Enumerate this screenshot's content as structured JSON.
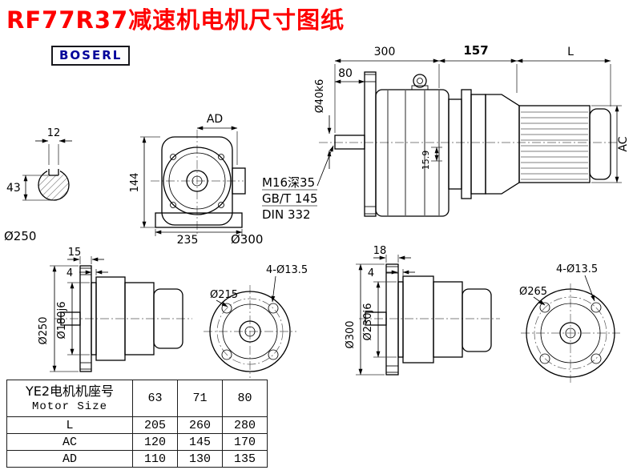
{
  "title": "RF77R37减速机电机尺寸图纸",
  "brand": "BOSERL",
  "views": {
    "shaft_section": {
      "width": "12",
      "height": "43",
      "flange_label": "Ø250"
    },
    "front": {
      "ad": "AD",
      "h144": "144",
      "w235": "235",
      "flange_label": "Ø300"
    },
    "side": {
      "d300": "300",
      "d157": "157",
      "dL": "L",
      "d80": "80",
      "shaft_dia": "Ø40k6",
      "ac": "AC",
      "key": "15.9",
      "thread1": "M16深35",
      "thread2": "GB/T 145",
      "thread3": "DIN 332"
    },
    "flange_small": {
      "t15": "15",
      "t4": "4",
      "od": "Ø250",
      "spigot": "Ø180j6",
      "holes": "4-Ø13.5",
      "bolt_circle": "Ø215"
    },
    "flange_large": {
      "t18": "18",
      "t4": "4",
      "od": "Ø300",
      "spigot": "Ø230j6",
      "holes": "4-Ø13.5",
      "bolt_circle": "Ø265"
    }
  },
  "table": {
    "header_cn": "YE2电机机座号",
    "header_en": "Motor Size",
    "sizes": [
      "63",
      "71",
      "80"
    ],
    "rows": [
      {
        "label": "L",
        "values": [
          "205",
          "260",
          "280"
        ]
      },
      {
        "label": "AC",
        "values": [
          "120",
          "145",
          "170"
        ]
      },
      {
        "label": "AD",
        "values": [
          "110",
          "130",
          "135"
        ]
      }
    ]
  }
}
